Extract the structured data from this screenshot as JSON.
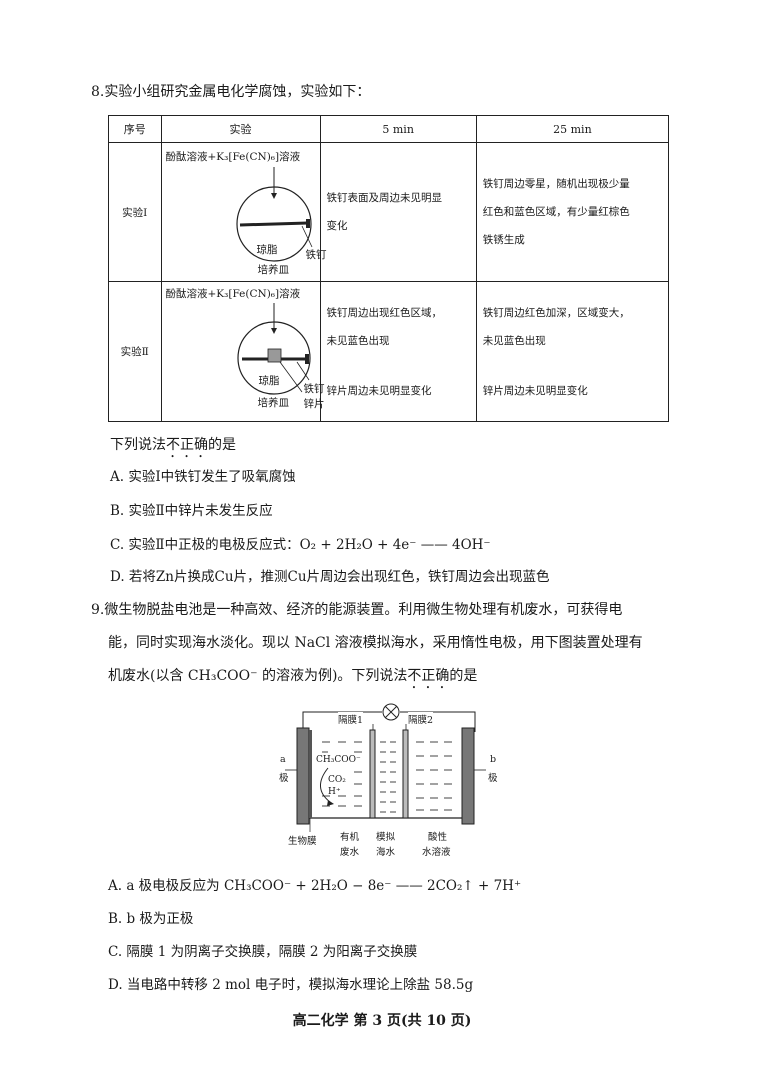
{
  "q8": {
    "number": "8.",
    "stem": "实验小组研究金属电化学腐蚀，实验如下：",
    "table": {
      "headers": [
        "序号",
        "实验",
        "5 min",
        "25 min"
      ],
      "rows": [
        {
          "label": "实验Ⅰ",
          "reagent": "酚酞溶液+K₃[Fe(CN)₆]溶液",
          "agar": "琼脂",
          "dish": "培养皿",
          "nail": "铁钉",
          "min5": [
            "铁钉表面及周边未见明显",
            "变化"
          ],
          "min25": [
            "铁钉周边零星，随机出现极少量",
            "红色和蓝色区域，有少量红棕色",
            "铁锈生成"
          ]
        },
        {
          "label": "实验Ⅱ",
          "reagent": "酚酞溶液+K₃[Fe(CN)₆]溶液",
          "agar": "琼脂",
          "dish": "培养皿",
          "nail": "铁钉",
          "zinc": "锌片",
          "min5": [
            "铁钉周边出现红色区域，",
            "未见蓝色出现"
          ],
          "min5_zinc": "锌片周边未见明显变化",
          "min25": [
            "铁钉周边红色加深，区域变大，",
            "未见蓝色出现"
          ],
          "min25_zinc": "锌片周边未见明显变化"
        }
      ]
    },
    "prompt_pre": "下列说法",
    "prompt_dot": "不正确",
    "prompt_post": "的是",
    "options": {
      "A": "A. 实验Ⅰ中铁钉发生了吸氧腐蚀",
      "B": "B. 实验Ⅱ中锌片未发生反应",
      "C": "C. 实验Ⅱ中正极的电极反应式：O₂ + 2H₂O + 4e⁻ —— 4OH⁻",
      "D": "D. 若将Zn片换成Cu片，推测Cu片周边会出现红色，铁钉周边会出现蓝色"
    }
  },
  "q9": {
    "number": "9.",
    "line1": "微生物脱盐电池是一种高效、经济的能源装置。利用微生物处理有机废水，可获得电",
    "line2": "能，同时实现海水淡化。现以 NaCl 溶液模拟海水，采用惰性电极，用下图装置处理有",
    "line3_pre": "机废水(以含 CH₃COO⁻ 的溶液为例)。下列说法",
    "line3_dot": "不正确",
    "line3_post": "的是",
    "diagram": {
      "membrane1": "隔膜1",
      "membrane2": "隔膜2",
      "electrode_a": [
        "a",
        "极"
      ],
      "electrode_b": [
        "b",
        "极"
      ],
      "species": [
        "CH₃COO⁻",
        "CO₂",
        "H⁺"
      ],
      "labels": {
        "biofilm": "生物膜",
        "organic": [
          "有机",
          "废水"
        ],
        "seawater": [
          "模拟",
          "海水"
        ],
        "acidic": [
          "酸性",
          "水溶液"
        ]
      }
    },
    "options": {
      "A": "A. a 极电极反应为 CH₃COO⁻ + 2H₂O − 8e⁻ —— 2CO₂↑ + 7H⁺",
      "B": "B. b 极为正极",
      "C": "C. 隔膜 1 为阴离子交换膜，隔膜 2 为阳离子交换膜",
      "D": "D. 当电路中转移 2 mol 电子时，模拟海水理论上除盐 58.5g"
    }
  },
  "footer": "高二化学   第 3 页(共 10 页)"
}
